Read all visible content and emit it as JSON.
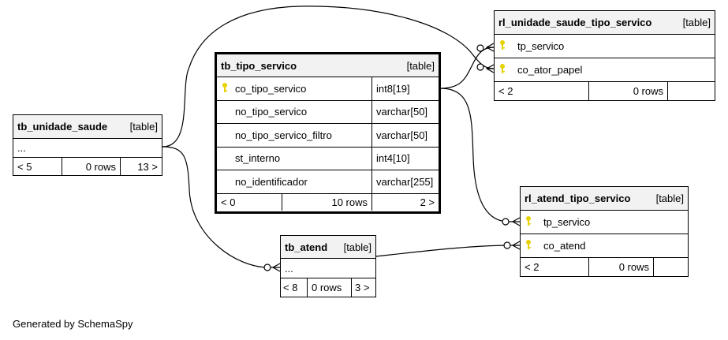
{
  "tables": {
    "tb_tipo_servico": {
      "name": "tb_tipo_servico",
      "kind": "[table]",
      "columns": [
        {
          "name": "co_tipo_servico",
          "type": "int8[19]",
          "key": true
        },
        {
          "name": "no_tipo_servico",
          "type": "varchar[50]",
          "key": false
        },
        {
          "name": "no_tipo_servico_filtro",
          "type": "varchar[50]",
          "key": false
        },
        {
          "name": "st_interno",
          "type": "int4[10]",
          "key": false
        },
        {
          "name": "no_identificador",
          "type": "varchar[255]",
          "key": false
        }
      ],
      "footer": {
        "parents": "< 0",
        "rows": "10 rows",
        "children": "2 >"
      }
    },
    "rl_unidade_saude_tipo_servico": {
      "name": "rl_unidade_saude_tipo_servico",
      "kind": "[table]",
      "columns": [
        {
          "name": "tp_servico",
          "key": true
        },
        {
          "name": "co_ator_papel",
          "key": true
        }
      ],
      "footer": {
        "parents": "< 2",
        "rows": "0 rows",
        "children": ""
      }
    },
    "tb_unidade_saude": {
      "name": "tb_unidade_saude",
      "kind": "[table]",
      "ellipsis": "...",
      "footer": {
        "parents": "< 5",
        "rows": "0 rows",
        "children": "13 >"
      }
    },
    "rl_atend_tipo_servico": {
      "name": "rl_atend_tipo_servico",
      "kind": "[table]",
      "columns": [
        {
          "name": "tp_servico",
          "key": true
        },
        {
          "name": "co_atend",
          "key": true
        }
      ],
      "footer": {
        "parents": "< 2",
        "rows": "0 rows",
        "children": ""
      }
    },
    "tb_atend": {
      "name": "tb_atend",
      "kind": "[table]",
      "ellipsis": "...",
      "footer": {
        "parents": "< 8",
        "rows": "0 rows",
        "children": "3 >"
      }
    }
  },
  "footer_text": "Generated by SchemaSpy",
  "colors": {
    "key_icon": "#e6d200",
    "header_bg": "#f2f2f2",
    "line": "#000000"
  }
}
